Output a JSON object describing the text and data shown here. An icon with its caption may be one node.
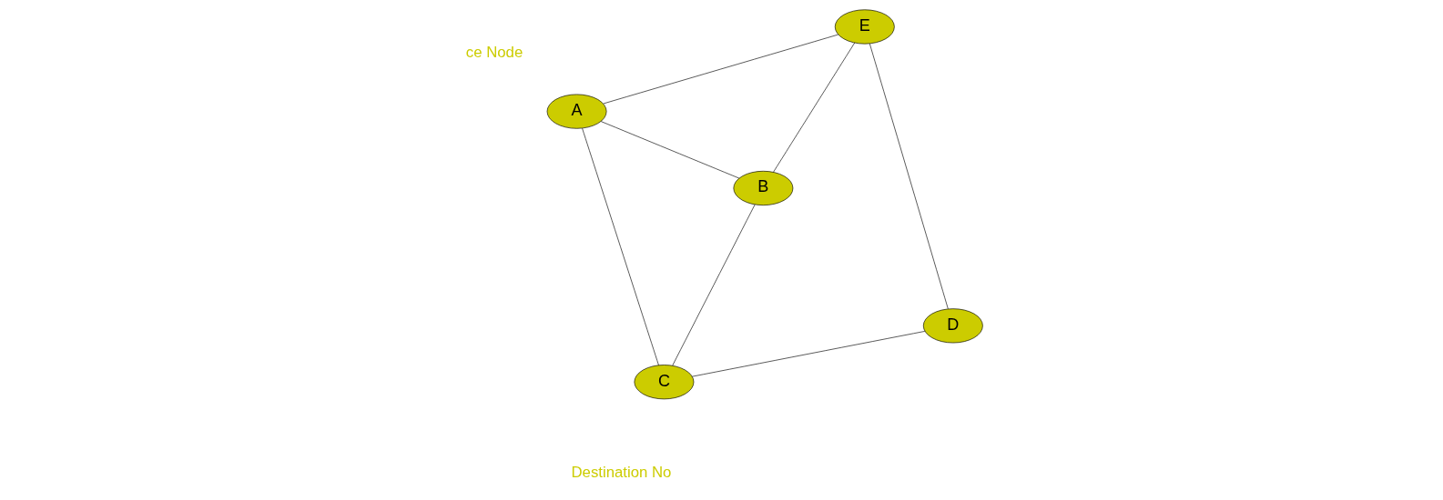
{
  "diagram": {
    "nodes": [
      {
        "text": [
          "A"
        ]
      },
      {
        "text": [
          "B"
        ]
      },
      {
        "text": [
          "C"
        ]
      },
      {
        "text": [
          "D"
        ]
      },
      {
        "text": [
          "E"
        ]
      }
    ],
    "edges": [
      {
        "from": 0,
        "to": 1,
        "arrow": "none"
      },
      {
        "from": 0,
        "to": 2,
        "arrow": "none"
      },
      {
        "from": 0,
        "to": 4,
        "arrow": "none"
      },
      {
        "from": 1,
        "to": 2,
        "arrow": "none"
      },
      {
        "from": 1,
        "to": 4,
        "arrow": "none"
      },
      {
        "from": 4,
        "to": 3,
        "arrow": "none"
      },
      {
        "from": 3,
        "to": 2,
        "arrow": "none"
      }
    ],
    "labels": [
      "ce Node",
      "Destination No"
    ]
  }
}
